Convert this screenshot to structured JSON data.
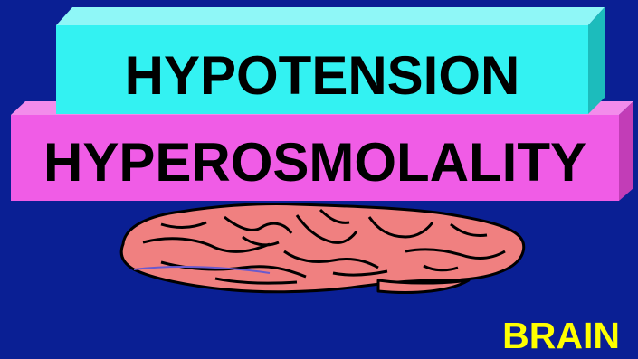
{
  "slide": {
    "top_box_text": "HYPOTENSION",
    "middle_box_text": "HYPEROSMOLALITY",
    "bottom_label": "BRAIN"
  },
  "colors": {
    "background": "#0a1f94",
    "top_box": "#33f2f2",
    "middle_box": "#f05ce6",
    "brain_fill": "#f08080",
    "label_yellow": "#ffff00"
  }
}
